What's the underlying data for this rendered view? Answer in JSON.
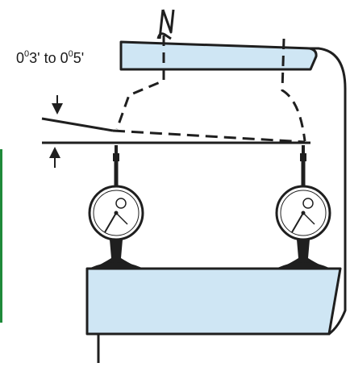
{
  "annotation": {
    "d1": "0",
    "m1": "3'",
    "sep": " to ",
    "d2": "0",
    "m2": "5'",
    "degree_mark": "0"
  },
  "colors": {
    "fill": "#cfe6f4",
    "stroke": "#1f1f1f",
    "left_edge": "#1f8a3a"
  },
  "parts": [
    "spindle",
    "spindle-head",
    "machine-column",
    "guide-rail",
    "dial-indicator-left",
    "dial-indicator-right",
    "worktable"
  ]
}
